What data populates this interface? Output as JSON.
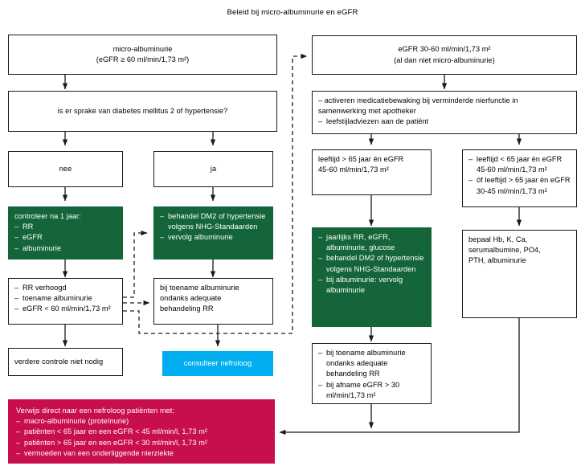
{
  "title": "Beleid bij micro-albuminurie en eGFR",
  "colors": {
    "green": "#14663a",
    "cyan": "#00aeef",
    "pink": "#c80f4b",
    "stroke": "#1a1a1a",
    "background": "#ffffff"
  },
  "chart_data": {
    "type": "diagram",
    "title": "Beleid bij micro-albuminurie en eGFR",
    "nodes": [
      {
        "id": "micro-albuminurie",
        "style": "white",
        "lines": [
          "micro-albuminurie",
          "(eGFR ≥ 60 ml/min/1,73 m²)"
        ]
      },
      {
        "id": "egfr-30-60",
        "style": "white",
        "lines": [
          "eGFR 30-60 ml/min/1,73 m²",
          "(al dan niet micro-albuminurie)"
        ]
      },
      {
        "id": "dm2-hypertensie-vraag",
        "style": "white",
        "lines": [
          "is er sprake van diabetes mellitus 2 of hypertensie?"
        ]
      },
      {
        "id": "medicatiebewaking",
        "style": "white",
        "lead": "–  activeren medicatiebewaking bij verminderde nierfunctie in",
        "lines": [
          "samenwerking met apotheker"
        ],
        "bullets": [
          "leefstijladviezen aan de patiënt"
        ]
      },
      {
        "id": "nee",
        "style": "white",
        "lines": [
          "nee"
        ]
      },
      {
        "id": "ja",
        "style": "white",
        "lines": [
          "ja"
        ]
      },
      {
        "id": "leeftijd-boven-65",
        "style": "white",
        "lines": [
          "leeftijd > 65 jaar én eGFR",
          "45-60 ml/min/1,73 m²"
        ]
      },
      {
        "id": "leeftijd-onder-65",
        "style": "white",
        "bullets": [
          "leeftijd < 65 jaar én eGFR 45-60 ml/min/1,73 m²",
          "óf leeftijd > 65 jaar én eGFR 30-45 ml/min/1,73 m²"
        ]
      },
      {
        "id": "controleer-na-1-jaar",
        "style": "green",
        "lead": "controleer na 1 jaar:",
        "bullets": [
          "RR",
          "eGFR",
          "albuminurie"
        ]
      },
      {
        "id": "behandel-dm2",
        "style": "green",
        "bullets": [
          "behandel DM2 of hypertensie volgens NHG-Standaarden",
          "vervolg albuminurie"
        ]
      },
      {
        "id": "rr-verhoogd",
        "style": "white",
        "bullets": [
          "RR verhoogd",
          "toename albuminurie",
          "eGFR < 60 ml/min/1,73 m²"
        ]
      },
      {
        "id": "jaarlijks-rr",
        "style": "green",
        "bullets": [
          "jaarlijks RR, eGFR, albuminurie, glucose",
          "behandel DM2 of hypertensie volgens NHG-Standaarden",
          "bij albuminurie: vervolg albuminurie"
        ]
      },
      {
        "id": "bepaal-hb",
        "style": "white",
        "lines": [
          "bepaal Hb, K, Ca,",
          "serumalbumine, PO4,",
          "PTH, albuminurie"
        ]
      },
      {
        "id": "toename-albuminurie-links",
        "style": "white",
        "lines": [
          "bij toename albuminurie",
          "ondanks adequate",
          "behandeling RR"
        ]
      },
      {
        "id": "toename-albuminurie-midden",
        "style": "white",
        "bullets": [
          "bij toename albuminurie ondanks adequate behandeling RR",
          "bij afname eGFR > 30 ml/min/1,73 m²"
        ]
      },
      {
        "id": "verdere-controle",
        "style": "white",
        "lines": [
          "verdere controle niet nodig"
        ]
      },
      {
        "id": "consulteer-nefroloog",
        "style": "cyan",
        "lines": [
          "consulteer nefroloog"
        ]
      },
      {
        "id": "verwijs-direct",
        "style": "pink",
        "lead": "Verwijs direct naar een nefroloog patiënten met:",
        "bullets": [
          "macro-albuminurie (proteïnurie)",
          "patiënten < 65 jaar en een eGFR < 45 ml/min/l, 1,73 m²",
          "patiënten  > 65 jaar en een eGFR < 30 ml/min/l, 1,73 m²",
          "vermoeden van een onderliggende nierziekte"
        ]
      }
    ],
    "edges": [
      {
        "from": "micro-albuminurie",
        "to": "dm2-hypertensie-vraag",
        "style": "solid"
      },
      {
        "from": "dm2-hypertensie-vraag",
        "to": "nee",
        "style": "solid"
      },
      {
        "from": "dm2-hypertensie-vraag",
        "to": "ja",
        "style": "solid"
      },
      {
        "from": "nee",
        "to": "controleer-na-1-jaar",
        "style": "solid"
      },
      {
        "from": "ja",
        "to": "behandel-dm2",
        "style": "solid"
      },
      {
        "from": "controleer-na-1-jaar",
        "to": "rr-verhoogd",
        "style": "solid"
      },
      {
        "from": "behandel-dm2",
        "to": "toename-albuminurie-links",
        "style": "solid"
      },
      {
        "from": "rr-verhoogd",
        "to": "verdere-controle",
        "style": "solid"
      },
      {
        "from": "rr-verhoogd",
        "to": "behandel-dm2",
        "style": "dashed"
      },
      {
        "from": "rr-verhoogd",
        "to": "toename-albuminurie-links",
        "style": "dashed"
      },
      {
        "from": "rr-verhoogd",
        "to": "egfr-30-60",
        "style": "dashed"
      },
      {
        "from": "toename-albuminurie-links",
        "to": "consulteer-nefroloog",
        "style": "solid"
      },
      {
        "from": "egfr-30-60",
        "to": "medicatiebewaking",
        "style": "solid"
      },
      {
        "from": "medicatiebewaking",
        "to": "leeftijd-boven-65",
        "style": "solid"
      },
      {
        "from": "medicatiebewaking",
        "to": "leeftijd-onder-65",
        "style": "solid"
      },
      {
        "from": "leeftijd-boven-65",
        "to": "jaarlijks-rr",
        "style": "solid"
      },
      {
        "from": "leeftijd-onder-65",
        "to": "bepaal-hb",
        "style": "solid"
      },
      {
        "from": "jaarlijks-rr",
        "to": "toename-albuminurie-midden",
        "style": "solid"
      },
      {
        "from": "toename-albuminurie-midden",
        "to": "verwijs-direct",
        "style": "solid"
      },
      {
        "from": "bepaal-hb",
        "to": "verwijs-direct",
        "style": "solid"
      }
    ]
  },
  "nodes": {
    "micro_albuminurie": {
      "l1": "micro-albuminurie",
      "l2": "(eGFR ≥ 60 ml/min/1,73 m²)"
    },
    "egfr_30_60": {
      "l1": "eGFR 30-60 ml/min/1,73 m²",
      "l2": "(al dan niet micro-albuminurie)"
    },
    "dm2_vraag": {
      "l1": "is er sprake van diabetes mellitus 2 of hypertensie?"
    },
    "medicatiebewaking": {
      "lead": "–  activeren medicatiebewaking bij verminderde nierfunctie in",
      "l2": "samenwerking met apotheker",
      "b1": "leefstijladviezen aan de patiënt"
    },
    "nee": {
      "label": "nee"
    },
    "ja": {
      "label": "ja"
    },
    "leeftijd_boven_65": {
      "l1": "leeftijd > 65 jaar én eGFR",
      "l2": "45-60 ml/min/1,73 m²"
    },
    "leeftijd_onder_65": {
      "b1": "leeftijd < 65 jaar én eGFR 45-60 ml/min/1,73 m²",
      "b2": "óf leeftijd > 65 jaar én eGFR 30-45 ml/min/1,73 m²"
    },
    "controleer_na_1_jaar": {
      "lead": "controleer na 1 jaar:",
      "b1": "RR",
      "b2": "eGFR",
      "b3": "albuminurie"
    },
    "behandel_dm2": {
      "b1": "behandel DM2 of hypertensie volgens NHG-Standaarden",
      "b2": "vervolg albuminurie"
    },
    "rr_verhoogd": {
      "b1": "RR verhoogd",
      "b2": "toename albuminurie",
      "b3": "eGFR < 60 ml/min/1,73 m²"
    },
    "jaarlijks_rr": {
      "b1": "jaarlijks RR, eGFR, albuminurie, glucose",
      "b2": "behandel DM2 of hypertensie volgens NHG-Standaarden",
      "b3": "bij albuminurie: vervolg albuminurie"
    },
    "bepaal_hb": {
      "l1": "bepaal Hb, K, Ca,",
      "l2": "serumalbumine, PO4,",
      "l3": "PTH, albuminurie"
    },
    "toename_links": {
      "l1": "bij toename albuminurie",
      "l2": "ondanks adequate",
      "l3": "behandeling RR"
    },
    "toename_midden": {
      "b1": "bij toename albuminurie ondanks adequate behandeling RR",
      "b2": "bij afname eGFR > 30 ml/min/1,73 m²"
    },
    "verdere_controle": {
      "label": "verdere controle niet nodig"
    },
    "consulteer_nefroloog": {
      "label": "consulteer nefroloog"
    },
    "verwijs_direct": {
      "lead": "Verwijs direct naar een nefroloog patiënten met:",
      "b1": "macro-albuminurie (proteïnurie)",
      "b2": "patiënten < 65 jaar en een eGFR < 45 ml/min/l, 1,73 m²",
      "b3": "patiënten  > 65 jaar en een eGFR < 30 ml/min/l, 1,73 m²",
      "b4": "vermoeden van een onderliggende nierziekte"
    }
  }
}
